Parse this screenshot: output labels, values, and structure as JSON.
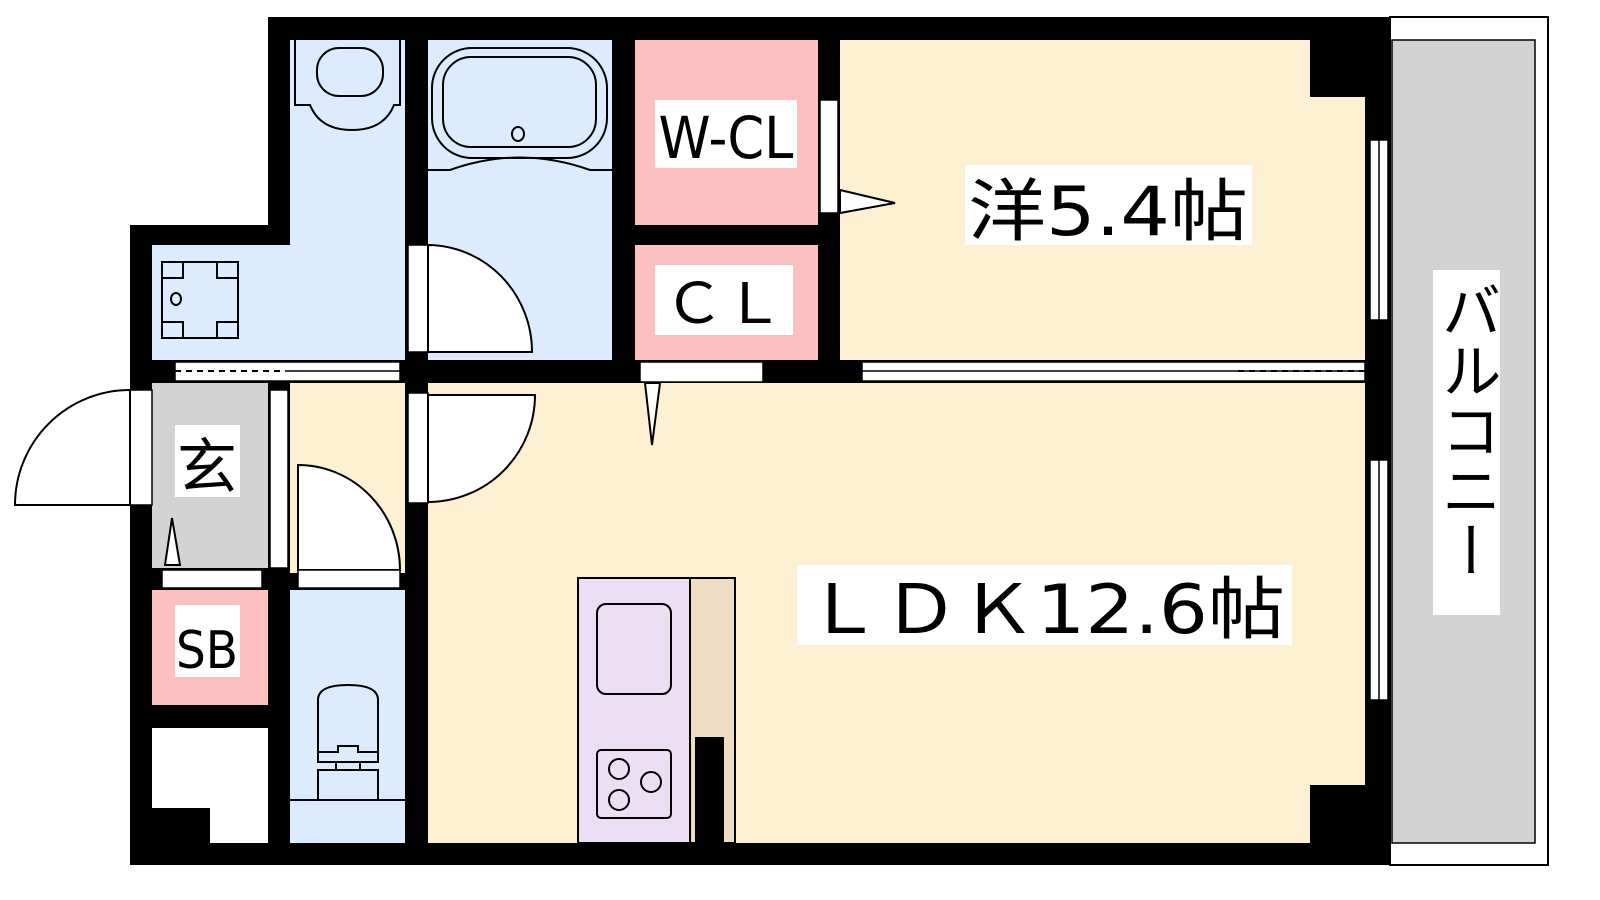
{
  "rooms": {
    "western_room": {
      "label": "洋5.4帖"
    },
    "ldk": {
      "label": "ＬＤＫ12.6帖"
    },
    "walk_in_closet": {
      "label": "W-CL"
    },
    "closet": {
      "label": "ＣＬ"
    },
    "entrance": {
      "label": "玄"
    },
    "shoe_box": {
      "label": "SB"
    },
    "balcony": {
      "label": "バルコニー"
    }
  },
  "colors": {
    "wall": "#000000",
    "wet_area": "#dcebfd",
    "storage": "#fdc0c0",
    "living": "#fdf0d3",
    "entrance": "#d3d3d3",
    "kitchen": "#ecdff3",
    "counter": "#eeddc3",
    "balcony": "#d3d3d3"
  }
}
